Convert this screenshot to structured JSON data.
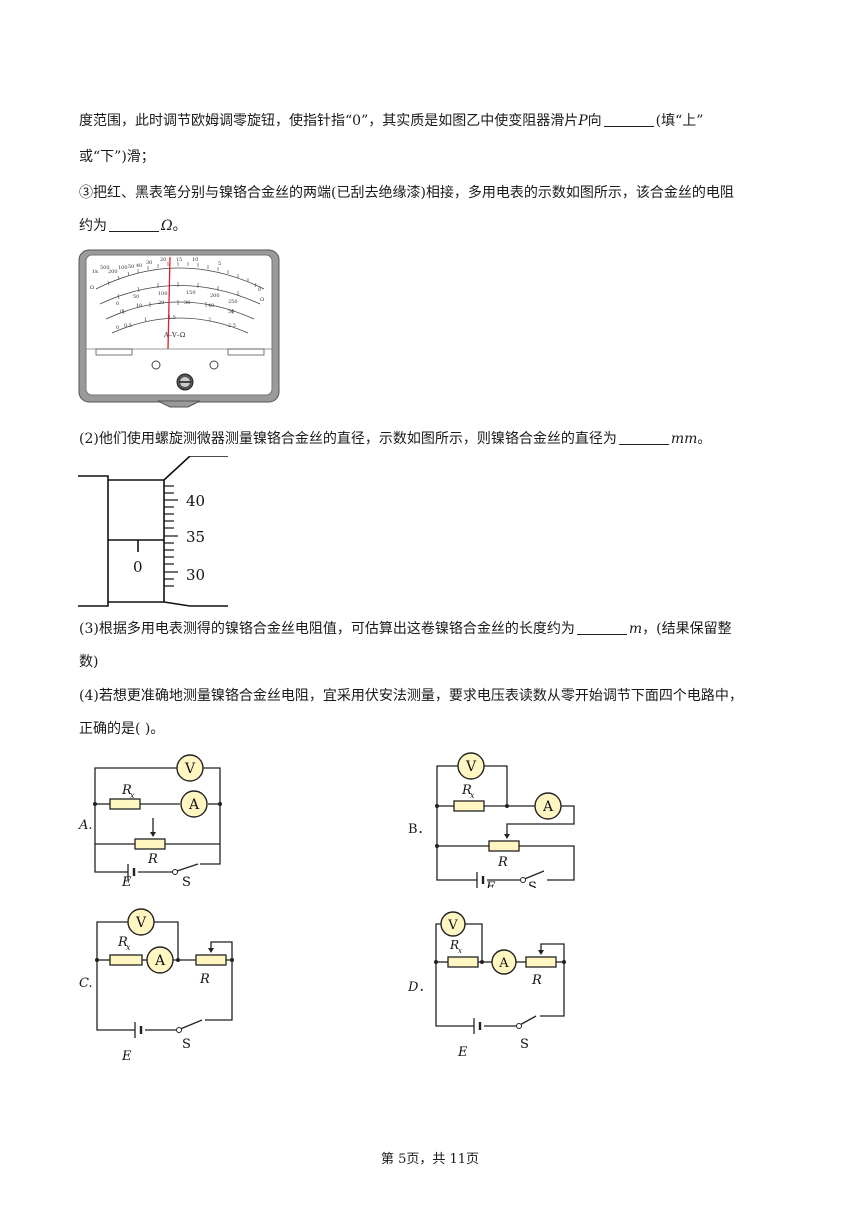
{
  "text": {
    "p1_a": "度范围，此时调节欧姆调零旋钮，使指针指“0”，其实质是如图乙中使变阻器滑片",
    "p1_P": "P",
    "p1_b": "向",
    "p1_c": "(填“上”",
    "p2": "或“下”)滑；",
    "p3": "③把红、黑表笔分别与镍铬合金丝的两端(已刮去绝缘漆)相接，多用电表的示数如图所示，该合金丝的电阻",
    "p4_a": "约为",
    "p4_unit": "Ω",
    "p4_end": "。",
    "q2_a": "(2)他们使用螺旋测微器测量镍铬合金丝的直径，示数如图所示，则镍铬合金丝的直径为",
    "q2_unit": "mm",
    "q2_end": "。",
    "q3_a": "(3)根据多用电表测得的镍铬合金丝电阻值，可估算出这卷镍铬合金丝的长度约为",
    "q3_unit": "m",
    "q3_b": "，(结果保留整",
    "q3_c": "数)",
    "q4_a": "(4)若想更准确地测量镍铬合金丝电阻，宜采用伏安法测量，要求电压表读数从零开始调节下面四个电路中，",
    "q4_b": "正确的是(  )。"
  },
  "meter": {
    "label": "A–V–Ω",
    "ohm_ticks": [
      "1k",
      "500",
      "200",
      "100",
      "50",
      "40",
      "30",
      "20",
      "15",
      "10",
      "5",
      "0"
    ],
    "dc_ticks": [
      "0",
      "50",
      "100",
      "150",
      "200",
      "250"
    ],
    "mid_ticks": [
      "0",
      "10",
      "20",
      "30",
      "40",
      "50"
    ],
    "low_ticks": [
      "0",
      "0.5",
      "1",
      "1.5",
      "2",
      "2.5"
    ],
    "unit_ohm": "Ω",
    "unit_left": "Ω"
  },
  "micrometer": {
    "sleeve_label": "0",
    "thimble_labels": [
      "40",
      "35",
      "30"
    ]
  },
  "circuits": {
    "labels": {
      "V": "V",
      "A": "A",
      "R": "R",
      "Rx": "R",
      "Rx_sub": "x",
      "E": "E",
      "S": "S"
    },
    "options": [
      "A.",
      "B．",
      "C.",
      "D．"
    ]
  },
  "footer": "第 5页，共 11页"
}
